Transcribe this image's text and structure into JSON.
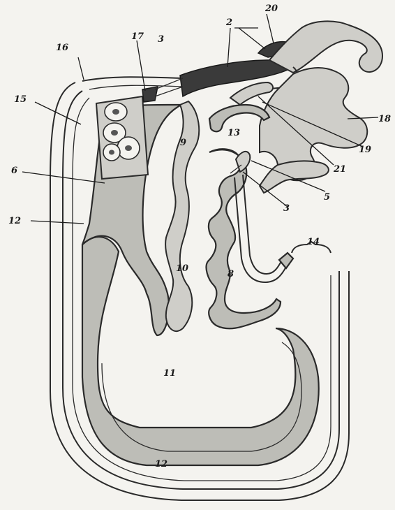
{
  "labels": {
    "l2": "2",
    "l3a": "3",
    "l3b": "3",
    "l5": "5",
    "l6": "6",
    "l8": "8",
    "l9": "9",
    "l10": "10",
    "l11": "11",
    "l12a": "12",
    "l12b": "12",
    "l13": "13",
    "l14": "14",
    "l15": "15",
    "l16": "16",
    "l17": "17",
    "l18": "18",
    "l19": "19",
    "l20": "20",
    "l21": "21"
  },
  "colors": {
    "background": "#f4f3ef",
    "tissue": "#bdbdb7",
    "dark_tissue": "#3a3a3a",
    "outline": "#2a2a2a"
  }
}
